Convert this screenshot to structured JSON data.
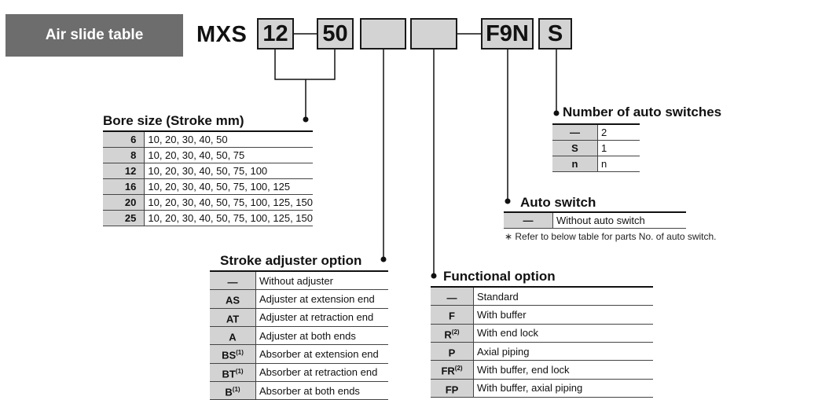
{
  "tag_label": "Air slide table",
  "model": {
    "prefix": "MXS",
    "bore": "12",
    "stroke": "50",
    "adjuster": "",
    "functional": "",
    "switch": "F9N",
    "switch_count": "S"
  },
  "bore_table": {
    "title": "Bore size (Stroke mm)",
    "rows": [
      {
        "code": "6",
        "value": "10, 20, 30, 40, 50"
      },
      {
        "code": "8",
        "value": "10, 20, 30, 40, 50, 75"
      },
      {
        "code": "12",
        "value": "10, 20, 30, 40, 50, 75, 100"
      },
      {
        "code": "16",
        "value": "10, 20, 30, 40, 50, 75, 100, 125"
      },
      {
        "code": "20",
        "value": "10, 20, 30, 40, 50, 75, 100, 125, 150"
      },
      {
        "code": "25",
        "value": "10, 20, 30, 40, 50, 75, 100, 125, 150"
      }
    ]
  },
  "switch_count_table": {
    "title": "Number of auto switches",
    "rows": [
      {
        "code": "—",
        "value": "2"
      },
      {
        "code": "S",
        "value": "1"
      },
      {
        "code": "n",
        "value": "n"
      }
    ]
  },
  "auto_switch_table": {
    "title": "Auto switch",
    "rows": [
      {
        "code": "—",
        "value": "Without auto switch"
      }
    ],
    "note": "∗ Refer to below table for parts No. of auto switch."
  },
  "adjuster_table": {
    "title": "Stroke adjuster option",
    "rows": [
      {
        "code": "—",
        "sup": "",
        "value": "Without adjuster"
      },
      {
        "code": "AS",
        "sup": "",
        "value": "Adjuster at extension end"
      },
      {
        "code": "AT",
        "sup": "",
        "value": "Adjuster at retraction end"
      },
      {
        "code": "A",
        "sup": "",
        "value": "Adjuster at both ends"
      },
      {
        "code": "BS",
        "sup": "(1)",
        "value": "Absorber at extension end"
      },
      {
        "code": "BT",
        "sup": "(1)",
        "value": "Absorber at retraction end"
      },
      {
        "code": "B",
        "sup": "(1)",
        "value": "Absorber at both ends"
      }
    ]
  },
  "functional_table": {
    "title": "Functional option",
    "rows": [
      {
        "code": "—",
        "sup": "",
        "value": "Standard"
      },
      {
        "code": "F",
        "sup": "",
        "value": "With buffer"
      },
      {
        "code": "R",
        "sup": "(2)",
        "value": "With end lock"
      },
      {
        "code": "P",
        "sup": "",
        "value": "Axial piping"
      },
      {
        "code": "FR",
        "sup": "(2)",
        "value": "With buffer, end lock"
      },
      {
        "code": "FP",
        "sup": "",
        "value": "With buffer, axial piping"
      }
    ]
  }
}
